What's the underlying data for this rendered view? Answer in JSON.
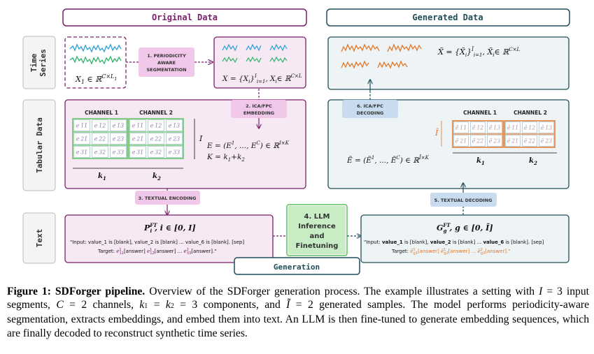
{
  "rows": {
    "time_series": "Time\nSeries",
    "tabular_data": "Tabular Data",
    "text": "Text"
  },
  "headers": {
    "original": "Original Data",
    "generated": "Generated Data"
  },
  "steps": {
    "s1": [
      "1. PERIODICITY",
      "AWARE",
      "SEGMENTATION"
    ],
    "s2": [
      "2. ICA/FPC",
      "EMBEDDING"
    ],
    "s3": "3. TEXTUAL ENCODING",
    "s4": [
      "4. LLM",
      "Inference",
      "and",
      "Finetuning"
    ],
    "s5": "5. TEXTUAL DECODING",
    "s6": [
      "6. ICA/FPC",
      "DECODING"
    ],
    "generation": "Generation"
  },
  "labels": {
    "channel1": "CHANNEL 1",
    "channel2": "CHANNEL 2",
    "k1": "k",
    "k2": "k",
    "I": "I"
  },
  "text_row": {
    "left_line1": "\"Input: value_1 is [blank], value_2 is [blank] ... value_6 is [blank]. [sep]",
    "left_line2": "Target:",
    "right_line1a": "\"Input: ",
    "right_line1b": "value_1",
    "right_line1c": " is [blank], ",
    "right_line1d": "value_2",
    "right_line1e": " is [blank] ... ",
    "right_line1f": "value_6",
    "right_line1g": " is [blank]. [sep]",
    "right_line2": "Target:"
  },
  "caption": {
    "bold": "Figure 1: SDForger pipeline.",
    "p1": " Overview of the SDForger generation process. The example illustrates a setting with ",
    "p2": " input segments, ",
    "p3": " channels, ",
    "p4": " components, and ",
    "p5": " generated samples. The model performs periodicity-aware segmentation, extracts embeddings, and embed them into text. An LLM is then fine-tuned to generate embedding sequences, which are finally decoded to reconstruct synthetic time series."
  },
  "colors": {
    "purple": "#7a1f6a",
    "teal": "#1f4e5a",
    "green_accent": "#5fbf5f",
    "blue_series": "#2aa0d8",
    "green_series": "#2db36a",
    "orange": "#e0782a",
    "box_pink": "#f7e9f4",
    "box_teal": "#eef3f5",
    "step_pink": "#f2c8ea",
    "step_blue": "#c9dcef"
  }
}
